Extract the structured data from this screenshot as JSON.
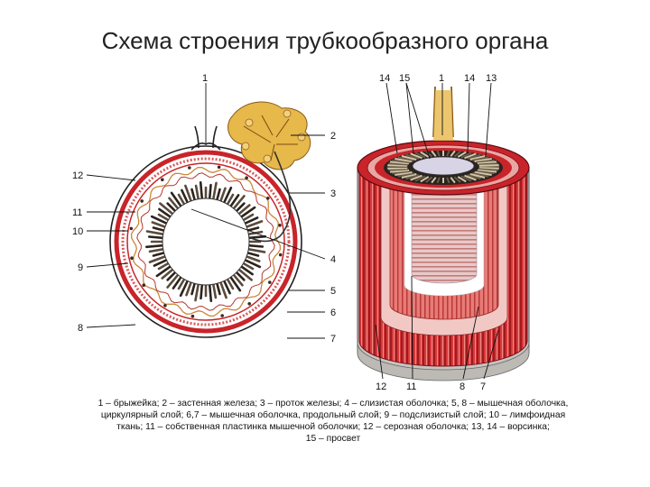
{
  "title": "Схема строения трубкообразного органа",
  "left_diagram": {
    "labels": [
      "1",
      "2",
      "3",
      "4",
      "5",
      "6",
      "7",
      "8",
      "9",
      "10",
      "11",
      "12"
    ]
  },
  "right_diagram": {
    "labels": [
      "14",
      "15",
      "1",
      "14",
      "13",
      "12",
      "11",
      "8",
      "7"
    ]
  },
  "caption": {
    "line1": "1 – брыжейка; 2 – застенная железа; 3 – проток железы; 4 – слизистая оболочка; 5, 8 – мышечная оболочка,",
    "line2": "циркулярный слой; 6,7 – мышечная оболочка, продольный слой; 9 – подслизистый слой; 10 – лимфоидная",
    "line3": "ткань; 11 – собственная пластинка мышечной оболочки; 12 – серозная оболочка; 13, 14 – ворсинка;",
    "line4": "15 – просвет"
  },
  "colors": {
    "muscle_red": "#c8242a",
    "muscle_pink": "#e9a7a3",
    "serosa_grey": "#c7c4c0",
    "lumen_lavender": "#d9d3e6",
    "gland_yellow": "#e7b84a",
    "mucosa_dark": "#2a2420"
  }
}
